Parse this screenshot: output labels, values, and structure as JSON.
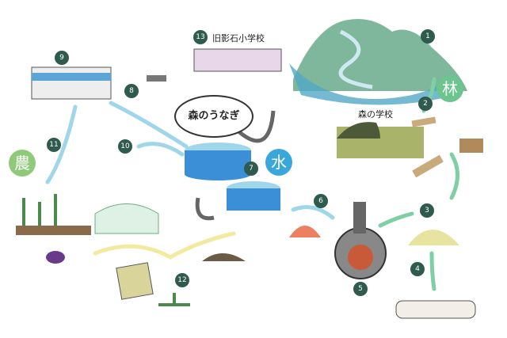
{
  "title_bubble": "森のうなぎ",
  "labels": {
    "school_old": "旧影石小学校",
    "forest_school": "森の学校"
  },
  "categories": [
    {
      "id": "forest",
      "text": "林",
      "color": "#6cc58f"
    },
    {
      "id": "water",
      "text": "水",
      "color": "#3aa7dc"
    },
    {
      "id": "farm",
      "text": "農",
      "color": "#8fca7a"
    }
  ],
  "badges": [
    "1",
    "2",
    "3",
    "4",
    "5",
    "6",
    "7",
    "8",
    "9",
    "10",
    "11",
    "12",
    "13"
  ],
  "colors": {
    "badge": "#2f5a4e",
    "arrow_green": "#7fcfa5",
    "arrow_blue": "#9fd6ea",
    "arrow_yellow": "#f3eaa0"
  }
}
